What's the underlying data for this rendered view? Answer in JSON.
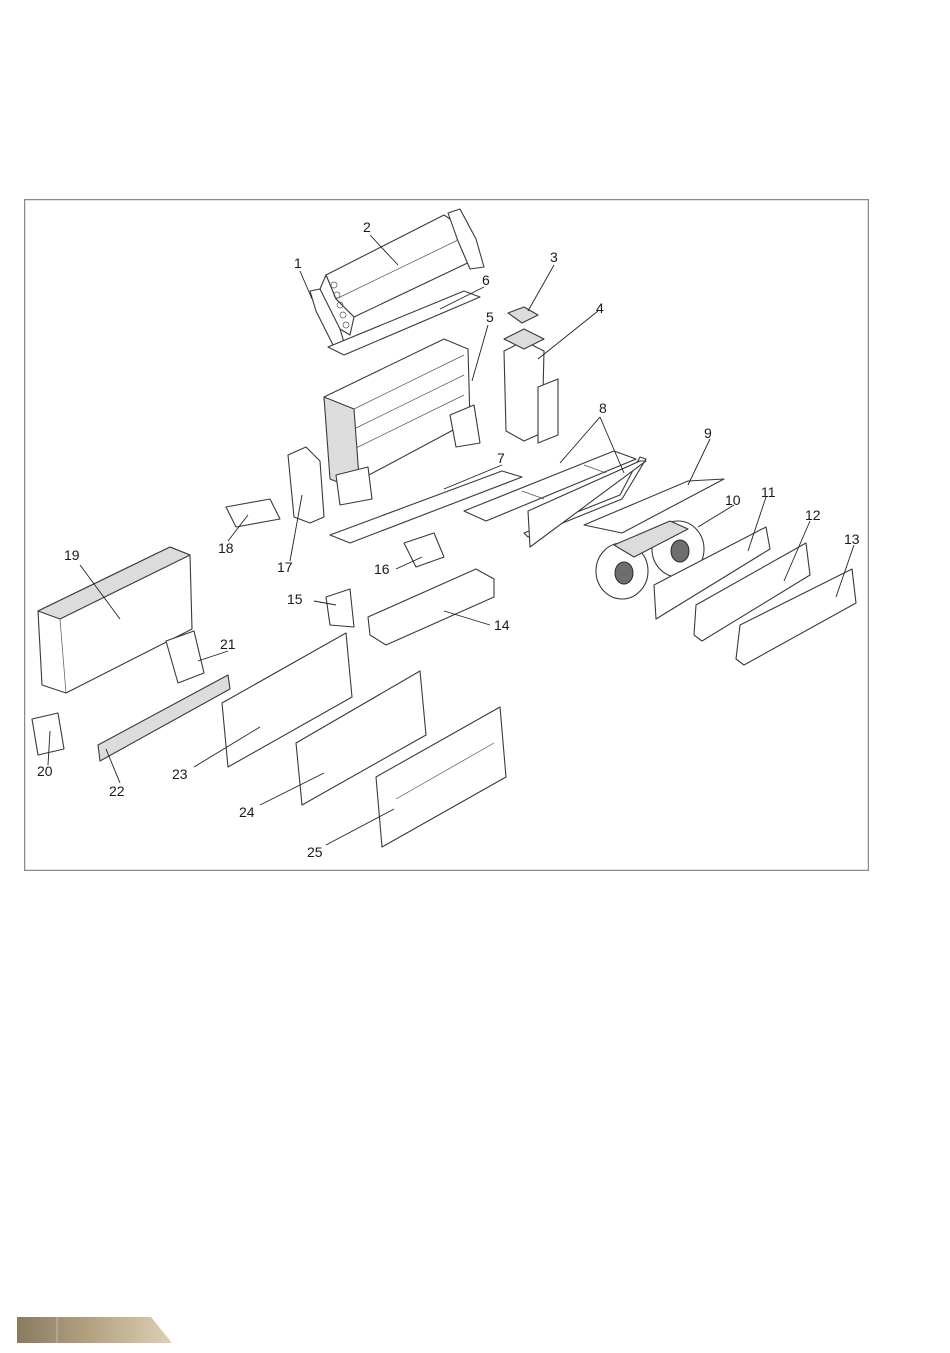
{
  "diagram": {
    "type": "exploded-parts-view",
    "callouts": [
      "1",
      "2",
      "3",
      "4",
      "5",
      "6",
      "7",
      "8",
      "9",
      "10",
      "11",
      "12",
      "13",
      "14",
      "15",
      "16",
      "17",
      "18",
      "19",
      "20",
      "21",
      "22",
      "23",
      "24",
      "25"
    ]
  },
  "footer_tab": {
    "colors": [
      "#8a7a60",
      "#b6a484",
      "#ddd0b4"
    ]
  }
}
